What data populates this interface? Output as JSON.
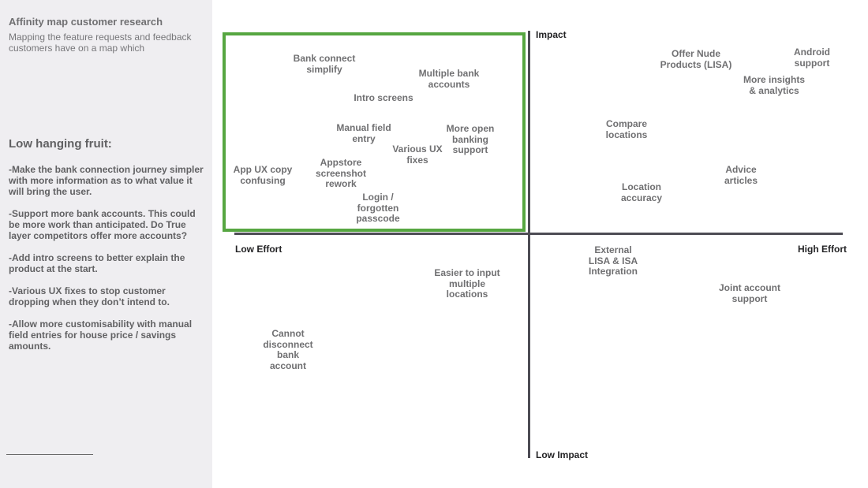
{
  "sidebar": {
    "title": "Affinity map customer research",
    "description": "Mapping the feature requests and feedback customers have on a map which",
    "heading": "Low hanging fruit:",
    "points": [
      "-Make the bank connection journey simpler with more information as to what value it will bring the user.",
      "-Support more bank accounts. This could be more work than anticipated. Do True layer competitors offer more accounts?",
      "-Add intro screens to better explain the product at the start.",
      "-Various UX fixes to stop customer dropping when they don’t intend to.",
      "-Allow more customisability with manual field entries for house price / savings amounts."
    ]
  },
  "axes": {
    "top": "Impact",
    "bottom": "Low Impact",
    "left": "Low Effort",
    "right": "High Effort"
  },
  "notes": [
    {
      "id": "bank-connect-simplify",
      "lines": [
        "Bank connect",
        "simplify"
      ]
    },
    {
      "id": "multiple-bank-accounts",
      "lines": [
        "Multiple bank",
        "accounts"
      ]
    },
    {
      "id": "intro-screens",
      "lines": [
        "Intro screens"
      ]
    },
    {
      "id": "manual-field-entry",
      "lines": [
        "Manual field",
        "entry"
      ]
    },
    {
      "id": "more-open-banking-support",
      "lines": [
        "More open",
        "banking",
        "support"
      ]
    },
    {
      "id": "various-ux-fixes",
      "lines": [
        "Various UX",
        "fixes"
      ]
    },
    {
      "id": "app-ux-copy-confusing",
      "lines": [
        "App UX copy",
        "confusing"
      ]
    },
    {
      "id": "appstore-screenshot-rework",
      "lines": [
        "Appstore",
        "screenshot",
        "rework"
      ]
    },
    {
      "id": "login-forgotten-passcode",
      "lines": [
        "Login /",
        "forgotten",
        "passcode"
      ]
    },
    {
      "id": "offer-nude-products",
      "lines": [
        "Offer Nude",
        "Products (LISA)"
      ]
    },
    {
      "id": "android-support",
      "lines": [
        "Android",
        "support"
      ]
    },
    {
      "id": "more-insights-analytics",
      "lines": [
        "More insights",
        "& analytics"
      ]
    },
    {
      "id": "compare-locations",
      "lines": [
        "Compare",
        "locations"
      ]
    },
    {
      "id": "advice-articles",
      "lines": [
        "Advice",
        "articles"
      ]
    },
    {
      "id": "location-accuracy",
      "lines": [
        "Location",
        "accuracy"
      ]
    },
    {
      "id": "external-lisa-isa-integration",
      "lines": [
        "External",
        "LISA & ISA",
        "Integration"
      ]
    },
    {
      "id": "joint-account-support",
      "lines": [
        "Joint account",
        "support"
      ]
    },
    {
      "id": "easier-input-multiple-locations",
      "lines": [
        "Easier to input",
        "multiple",
        "locations"
      ]
    },
    {
      "id": "cannot-disconnect-bank-account",
      "lines": [
        "Cannot",
        "disconnect",
        "bank",
        "account"
      ]
    }
  ]
}
